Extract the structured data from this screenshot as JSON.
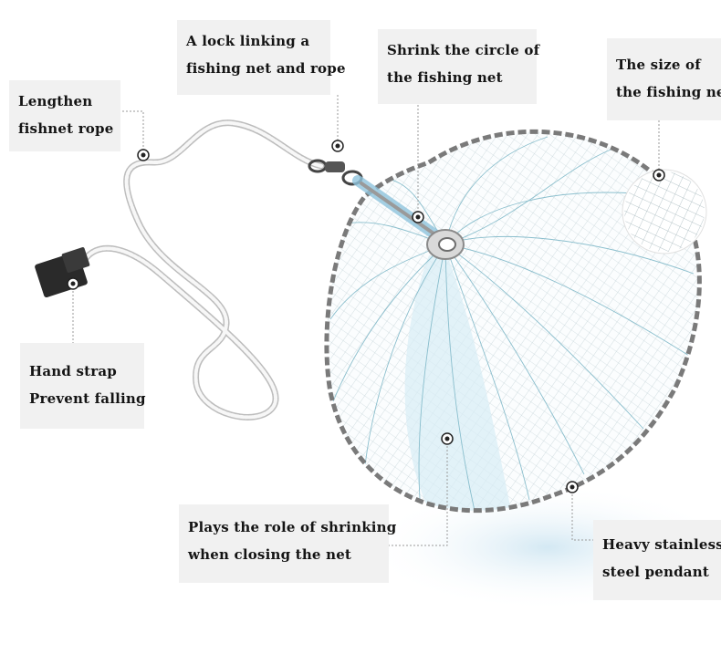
{
  "labels": {
    "lengthen": {
      "line1": "Lengthen",
      "line2": "fishnet rope"
    },
    "lock": {
      "line1": "A lock linking a",
      "line2": "fishing net and rope"
    },
    "shrink": {
      "line1": "Shrink the circle of",
      "line2": "the fishing net"
    },
    "size": {
      "line1": "The size of",
      "line2": "the fishing net"
    },
    "strap": {
      "line1": "Hand strap",
      "line2": "Prevent falling"
    },
    "plays": {
      "line1": "Plays the role of shrinking",
      "line2": "when closing the net"
    },
    "heavy": {
      "line1": "Heavy stainless",
      "line2": "steel pendant"
    }
  },
  "colors": {
    "label_bg": "#f1f1f1",
    "label_text": "#141414",
    "rope": "#d9d9d9",
    "net_line": "#7fb8c8",
    "net_fill": "#dbeef5",
    "pendant": "#7a7a7a",
    "leader_line": "#9a9a9a",
    "marker": "#222222"
  }
}
